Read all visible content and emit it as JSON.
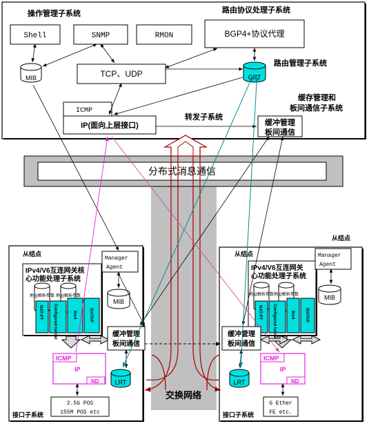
{
  "main_board": {
    "op_mgmt_title": "操作管理子系统",
    "routing_proto_title": "路由协议处理子系统",
    "shell": "Shell",
    "snmp": "SNMP",
    "rmon": "RMON",
    "bgp": "BGP4+协议代理",
    "mib": "MIB",
    "tcp_udp": "TCP、UDP",
    "grt": "GRT",
    "route_mgmt_title": "路由管理子系统",
    "icmp": "ICMP",
    "ip_upper": "IP(面向上层接口)",
    "forward_title": "转发子系统",
    "buffer_title_1": "缓存管理和",
    "buffer_title_2": "板间通信子系统",
    "buffer_box_1": "缓冲管理",
    "buffer_box_2": "板间通信"
  },
  "distributed_msg": "分布式消息通信",
  "switch_network": "交换网络",
  "left_node": {
    "slave": "从结点",
    "core_title_1": "IPv4/V6互连网关核",
    "core_title_2": "心功能处理子系统",
    "manager_1": "Manager",
    "manager_2": "Agent",
    "mib": "MIB",
    "cyl_1": "地址解析参数",
    "cyl_2": "地址解析参数",
    "cards": [
      "NAT-PT",
      "Configured tunnel",
      "6to4",
      "ISATAP"
    ],
    "buf_1": "缓冲管理",
    "buf_2": "板间通信",
    "icmp": "ICMP",
    "ip": "IP",
    "nd": "ND",
    "lrt": "LRT",
    "port_1": "2.5G POS",
    "port_2": "155M POS etc",
    "iface_title": "接口子系统"
  },
  "right_node": {
    "slave": "从结点",
    "core_title_1": "IPv4/V6互连网关",
    "core_title_2": "心功能处理子系统",
    "manager_1": "Manager",
    "manager_2": "Agent",
    "mib": "MIB",
    "cyl_1": "地址解析参数",
    "cyl_2": "地址解析参数",
    "cards": [
      "NAT-PT",
      "Configured tunnel",
      "6to4",
      "ISATAP"
    ],
    "buf_1": "缓冲管理",
    "buf_2": "板间通信",
    "icmp": "ICMP",
    "ip": "IP",
    "nd": "ND",
    "lrt": "LRT",
    "port_1": "G Ether",
    "port_2": "FE etc.",
    "iface_title": "接口子系统"
  },
  "colors": {
    "bus_gray": "#c0c0c0",
    "cyan": "#00e0e0",
    "teal_arrow": "#008c8c",
    "magenta": "#e020e0",
    "dark_red": "#a00000",
    "pink_line": "#d0508a"
  }
}
